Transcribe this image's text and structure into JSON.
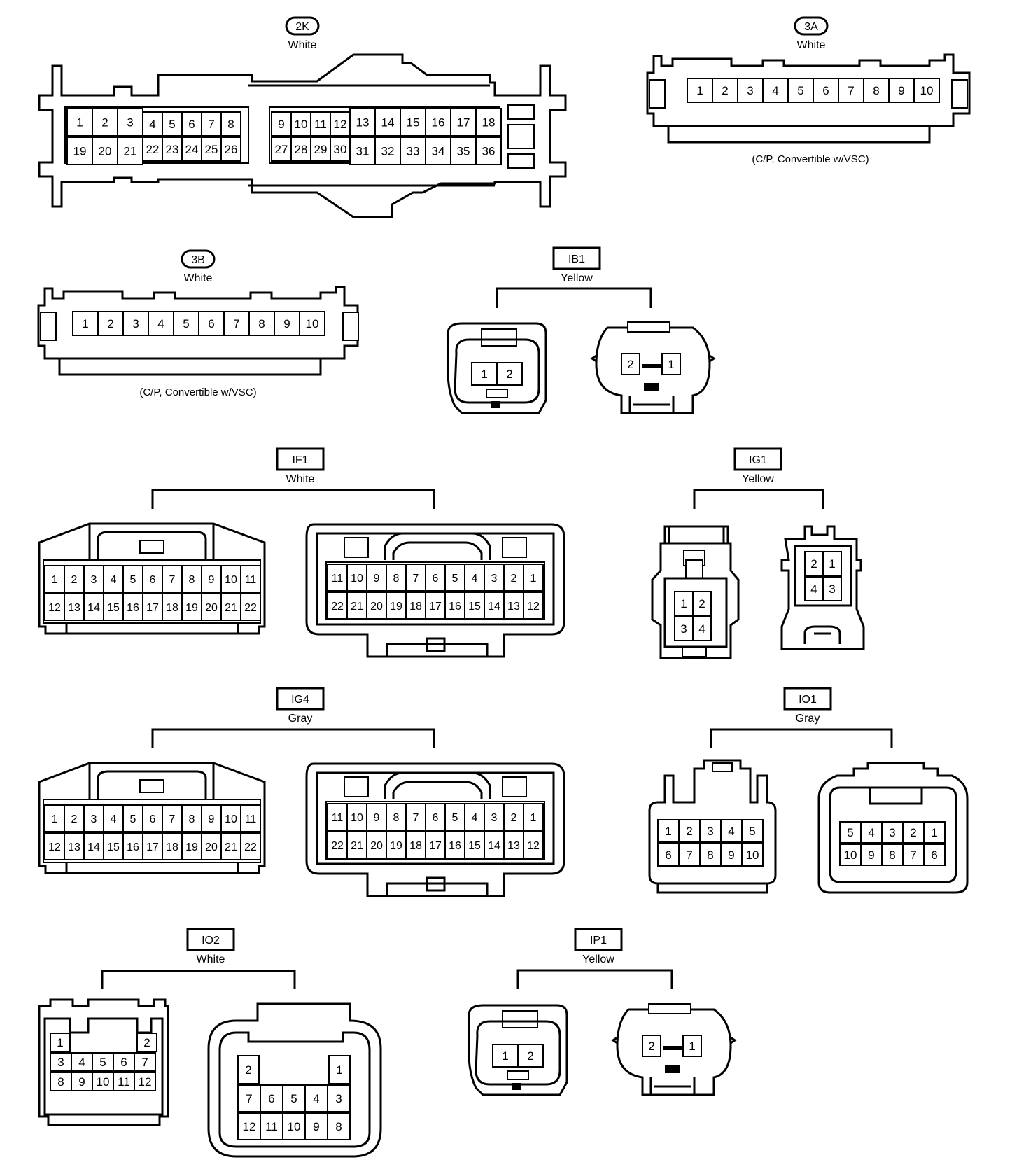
{
  "connectors": [
    {
      "code": "2K",
      "label_style": "oval",
      "color": "White",
      "pins": [
        "1",
        "2",
        "3",
        "4",
        "5",
        "6",
        "7",
        "8",
        "9",
        "10",
        "11",
        "12",
        "13",
        "14",
        "15",
        "16",
        "17",
        "18",
        "19",
        "20",
        "21",
        "22",
        "23",
        "24",
        "25",
        "26",
        "27",
        "28",
        "29",
        "30",
        "31",
        "32",
        "33",
        "34",
        "35",
        "36"
      ]
    },
    {
      "code": "3A",
      "label_style": "oval",
      "color": "White",
      "note": "(C/P, Convertible w/VSC)",
      "pins": [
        "1",
        "2",
        "3",
        "4",
        "5",
        "6",
        "7",
        "8",
        "9",
        "10"
      ]
    },
    {
      "code": "3B",
      "label_style": "oval",
      "color": "White",
      "note": "(C/P, Convertible w/VSC)",
      "pins": [
        "1",
        "2",
        "3",
        "4",
        "5",
        "6",
        "7",
        "8",
        "9",
        "10"
      ]
    },
    {
      "code": "IB1",
      "label_style": "box",
      "color": "Yellow",
      "pins_a": [
        "1",
        "2"
      ],
      "pins_b": [
        "2",
        "1"
      ]
    },
    {
      "code": "IF1",
      "label_style": "box",
      "color": "White",
      "pins_a": [
        "1",
        "2",
        "3",
        "4",
        "5",
        "6",
        "7",
        "8",
        "9",
        "10",
        "11",
        "12",
        "13",
        "14",
        "15",
        "16",
        "17",
        "18",
        "19",
        "20",
        "21",
        "22"
      ],
      "pins_b": [
        "11",
        "10",
        "9",
        "8",
        "7",
        "6",
        "5",
        "4",
        "3",
        "2",
        "1",
        "22",
        "21",
        "20",
        "19",
        "18",
        "17",
        "16",
        "15",
        "14",
        "13",
        "12"
      ]
    },
    {
      "code": "IG1",
      "label_style": "box",
      "color": "Yellow",
      "pins_a": [
        "1",
        "2",
        "3",
        "4"
      ],
      "pins_b": [
        "2",
        "1",
        "4",
        "3"
      ]
    },
    {
      "code": "IG4",
      "label_style": "box",
      "color": "Gray",
      "pins_a": [
        "1",
        "2",
        "3",
        "4",
        "5",
        "6",
        "7",
        "8",
        "9",
        "10",
        "11",
        "12",
        "13",
        "14",
        "15",
        "16",
        "17",
        "18",
        "19",
        "20",
        "21",
        "22"
      ],
      "pins_b": [
        "11",
        "10",
        "9",
        "8",
        "7",
        "6",
        "5",
        "4",
        "3",
        "2",
        "1",
        "22",
        "21",
        "20",
        "19",
        "18",
        "17",
        "16",
        "15",
        "14",
        "13",
        "12"
      ]
    },
    {
      "code": "IO1",
      "label_style": "box",
      "color": "Gray",
      "pins_a": [
        "1",
        "2",
        "3",
        "4",
        "5",
        "6",
        "7",
        "8",
        "9",
        "10"
      ],
      "pins_b": [
        "5",
        "4",
        "3",
        "2",
        "1",
        "10",
        "9",
        "8",
        "7",
        "6"
      ]
    },
    {
      "code": "IO2",
      "label_style": "box",
      "color": "White",
      "pins_a": [
        "1",
        "2",
        "3",
        "4",
        "5",
        "6",
        "7",
        "8",
        "9",
        "10",
        "11",
        "12"
      ],
      "pins_b": [
        "2",
        "1",
        "7",
        "6",
        "5",
        "4",
        "3",
        "12",
        "11",
        "10",
        "9",
        "8"
      ]
    },
    {
      "code": "IP1",
      "label_style": "box",
      "color": "Yellow",
      "pins_a": [
        "1",
        "2"
      ],
      "pins_b": [
        "2",
        "1"
      ]
    }
  ]
}
